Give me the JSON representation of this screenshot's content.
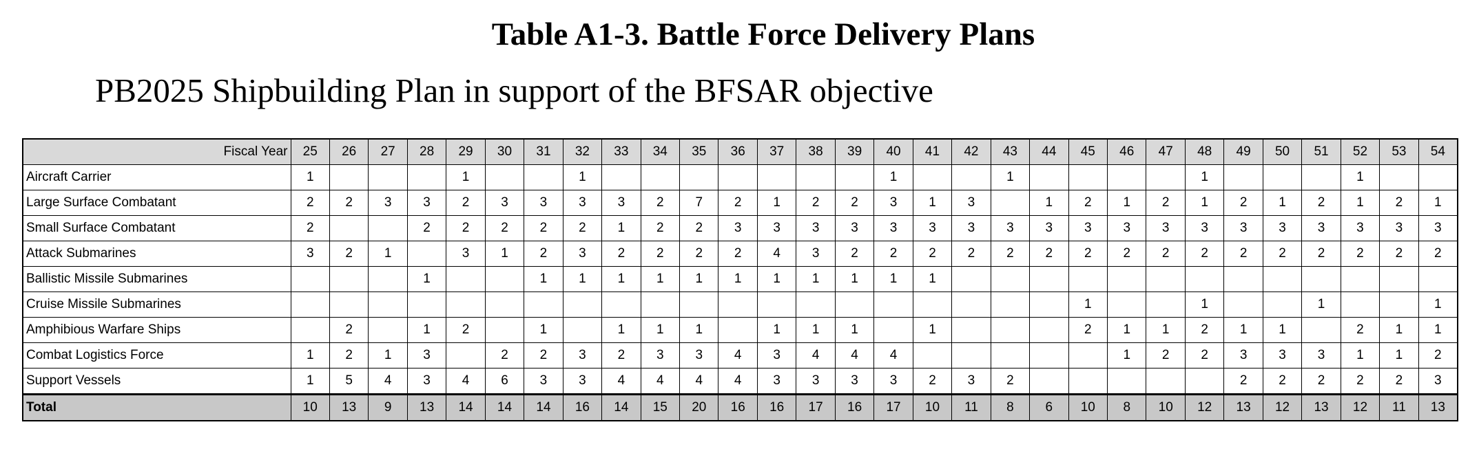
{
  "title": "Table A1-3.  Battle Force Delivery Plans",
  "subtitle": "PB2025 Shipbuilding Plan in support of the BFSAR objective",
  "table": {
    "header_label": "Fiscal Year",
    "years": [
      "25",
      "26",
      "27",
      "28",
      "29",
      "30",
      "31",
      "32",
      "33",
      "34",
      "35",
      "36",
      "37",
      "38",
      "39",
      "40",
      "41",
      "42",
      "43",
      "44",
      "45",
      "46",
      "47",
      "48",
      "49",
      "50",
      "51",
      "52",
      "53",
      "54"
    ],
    "rows": [
      {
        "label": "Aircraft Carrier",
        "cells": [
          "1",
          "",
          "",
          "",
          "1",
          "",
          "",
          "1",
          "",
          "",
          "",
          "",
          "",
          "",
          "",
          "1",
          "",
          "",
          "1",
          "",
          "",
          "",
          "",
          "1",
          "",
          "",
          "",
          "1",
          "",
          ""
        ]
      },
      {
        "label": "Large Surface Combatant",
        "cells": [
          "2",
          "2",
          "3",
          "3",
          "2",
          "3",
          "3",
          "3",
          "3",
          "2",
          "7",
          "2",
          "1",
          "2",
          "2",
          "3",
          "1",
          "3",
          "",
          "1",
          "2",
          "1",
          "2",
          "1",
          "2",
          "1",
          "2",
          "1",
          "2",
          "1"
        ]
      },
      {
        "label": "Small Surface Combatant",
        "cells": [
          "2",
          "",
          "",
          "2",
          "2",
          "2",
          "2",
          "2",
          "1",
          "2",
          "2",
          "3",
          "3",
          "3",
          "3",
          "3",
          "3",
          "3",
          "3",
          "3",
          "3",
          "3",
          "3",
          "3",
          "3",
          "3",
          "3",
          "3",
          "3",
          "3"
        ]
      },
      {
        "label": "Attack Submarines",
        "cells": [
          "3",
          "2",
          "1",
          "",
          "3",
          "1",
          "2",
          "3",
          "2",
          "2",
          "2",
          "2",
          "4",
          "3",
          "2",
          "2",
          "2",
          "2",
          "2",
          "2",
          "2",
          "2",
          "2",
          "2",
          "2",
          "2",
          "2",
          "2",
          "2",
          "2"
        ]
      },
      {
        "label": "Ballistic Missile Submarines",
        "cells": [
          "",
          "",
          "",
          "1",
          "",
          "",
          "1",
          "1",
          "1",
          "1",
          "1",
          "1",
          "1",
          "1",
          "1",
          "1",
          "1",
          "",
          "",
          "",
          "",
          "",
          "",
          "",
          "",
          "",
          "",
          "",
          "",
          ""
        ]
      },
      {
        "label": "Cruise Missile Submarines",
        "cells": [
          "",
          "",
          "",
          "",
          "",
          "",
          "",
          "",
          "",
          "",
          "",
          "",
          "",
          "",
          "",
          "",
          "",
          "",
          "",
          "",
          "1",
          "",
          "",
          "1",
          "",
          "",
          "1",
          "",
          "",
          "1"
        ]
      },
      {
        "label": "Amphibious Warfare Ships",
        "cells": [
          "",
          "2",
          "",
          "1",
          "2",
          "",
          "1",
          "",
          "1",
          "1",
          "1",
          "",
          "1",
          "1",
          "1",
          "",
          "1",
          "",
          "",
          "",
          "2",
          "1",
          "1",
          "2",
          "1",
          "1",
          "",
          "2",
          "1",
          "1"
        ]
      },
      {
        "label": "Combat Logistics Force",
        "cells": [
          "1",
          "2",
          "1",
          "3",
          "",
          "2",
          "2",
          "3",
          "2",
          "3",
          "3",
          "4",
          "3",
          "4",
          "4",
          "4",
          "",
          "",
          "",
          "",
          "",
          "1",
          "2",
          "2",
          "3",
          "3",
          "3",
          "1",
          "1",
          "2"
        ]
      },
      {
        "label": "Support Vessels",
        "cells": [
          "1",
          "5",
          "4",
          "3",
          "4",
          "6",
          "3",
          "3",
          "4",
          "4",
          "4",
          "4",
          "3",
          "3",
          "3",
          "3",
          "2",
          "3",
          "2",
          "",
          "",
          "",
          "",
          "",
          "2",
          "2",
          "2",
          "2",
          "2",
          "3"
        ]
      }
    ],
    "total": {
      "label": "Total",
      "cells": [
        "10",
        "13",
        "9",
        "13",
        "14",
        "14",
        "14",
        "16",
        "14",
        "15",
        "20",
        "16",
        "16",
        "17",
        "16",
        "17",
        "10",
        "11",
        "8",
        "6",
        "10",
        "8",
        "10",
        "12",
        "13",
        "12",
        "13",
        "12",
        "11",
        "13"
      ]
    }
  }
}
